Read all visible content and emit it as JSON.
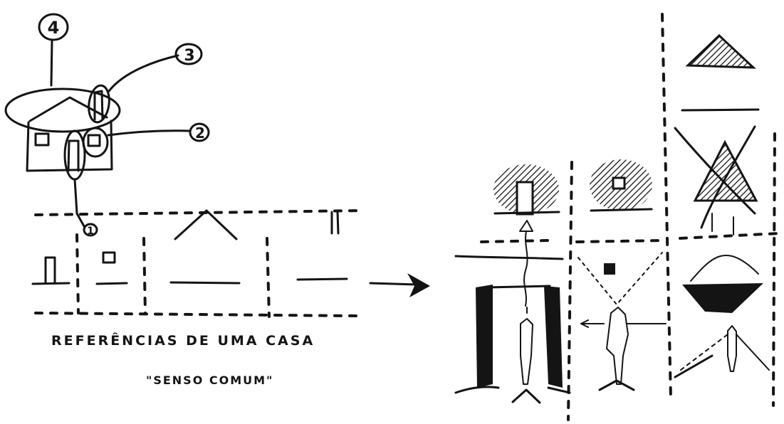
{
  "markers": {
    "house_label_4": "4",
    "house_label_3": "3",
    "house_label_2": "2",
    "house_label_1": "1"
  },
  "captions": {
    "title": "REFERÊNCIAS DE UMA CASA",
    "subtitle": "\"SENSO COMUM\""
  },
  "colors": {
    "ink": "#141414",
    "paper": "#ffffff"
  }
}
